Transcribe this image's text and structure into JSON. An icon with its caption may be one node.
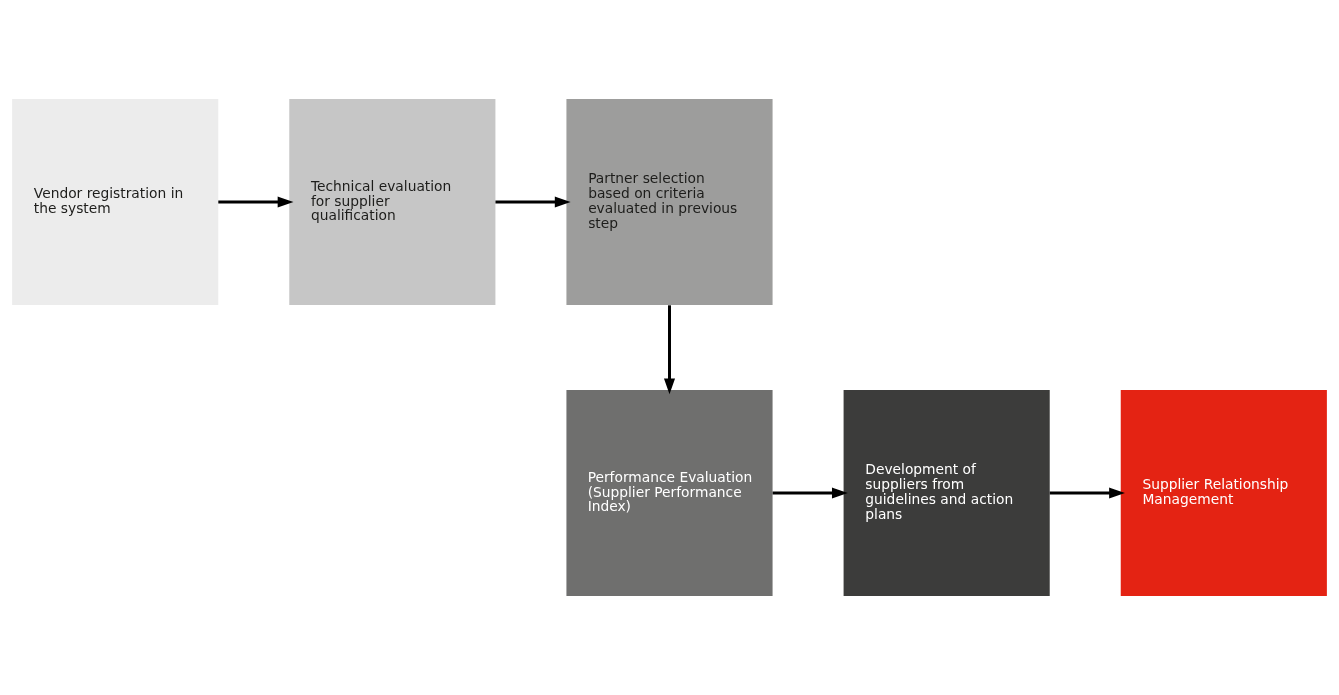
{
  "diagram": {
    "nodes": [
      {
        "text": [
          "Vendor registration in the system"
        ]
      },
      {
        "text": [
          "Technical evaluation for supplier qualification"
        ]
      },
      {
        "text": [
          "Partner selection based on criteria evaluated in previous step"
        ]
      },
      {
        "text": [
          "Performance Evaluation (Supplier Performance Index)"
        ]
      },
      {
        "text": [
          "Development of suppliers from guidelines and action plans"
        ]
      },
      {
        "text": [
          "Supplier Relationship Management"
        ]
      }
    ],
    "edges": [
      {
        "from": 0,
        "to": 1,
        "arrow": "to"
      },
      {
        "from": 1,
        "to": 2,
        "arrow": "to"
      },
      {
        "from": 2,
        "to": 3,
        "arrow": "to"
      },
      {
        "from": 3,
        "to": 4,
        "arrow": "to"
      },
      {
        "from": 4,
        "to": 5,
        "arrow": "to"
      }
    ]
  }
}
